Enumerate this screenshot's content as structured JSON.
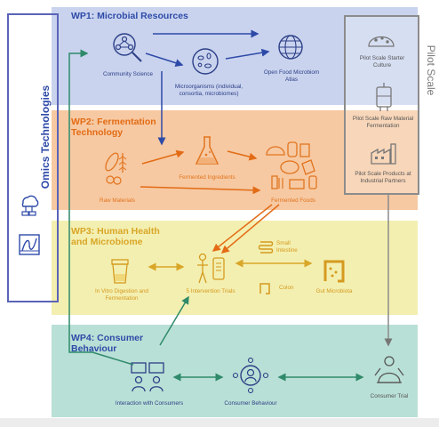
{
  "wp1": {
    "title": "WP1: Microbial Resources",
    "community_science": "Community Science",
    "microorganisms": "Microorganisms (individual, consortia, microbiomes)",
    "atlas": "Open Food Microbiom Atlas"
  },
  "wp2": {
    "title_line1": "WP2: Fermentation",
    "title_line2": "Technology",
    "raw_materials": "Raw Materials",
    "fermented_ingredients": "Fermented Ingredients",
    "fermented_foods": "Fermented Foods"
  },
  "wp3": {
    "title_line1": "WP3: Human Health",
    "title_line2": "and Microbiome",
    "in_vitro": "In Vitro Digestion and Fermentation",
    "trials": "5 Intervention Trials",
    "small_intestine": "Small Intestine",
    "colon": "Colon",
    "gut_microbiota": "Gut Microbiota"
  },
  "wp4": {
    "title_line1": "WP4: Consumer",
    "title_line2": "Behaviour",
    "interaction": "Interaction with Consumers",
    "consumer_behaviour": "Consumer Behaviour",
    "consumer_trial": "Consumer Trial"
  },
  "omics": {
    "label": "Omics Technologies"
  },
  "pilot": {
    "label": "Pilot Scale",
    "starter": "Pilot Scale Starter Culture",
    "raw_fermentation": "Pilot Scale Raw Material Fermentation",
    "products": "Pilot Scale Products at Industrial Partners"
  },
  "colors": {
    "wp1_band": "#c9d3ee",
    "wp2_band": "#f6c9a2",
    "wp3_band": "#f3efb0",
    "wp4_band": "#b9e0d6",
    "blue_text": "#2e4aa8",
    "orange_text": "#e36b15",
    "yellow_text": "#d9a628",
    "omics_border": "#5a63b8",
    "pilot_border": "#8c8c8c",
    "green_arrow": "#2f8a6a"
  }
}
